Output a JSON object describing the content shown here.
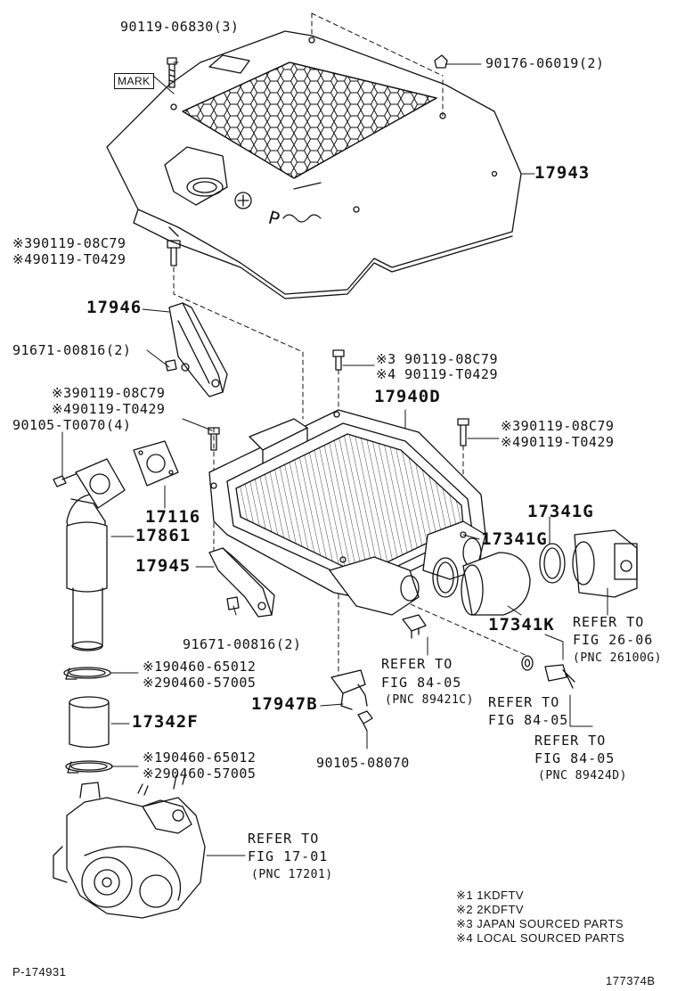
{
  "parts": {
    "bolt_cover": "90119-06830(3)",
    "mark": "MARK",
    "nut_cover": "90176-06019(2)",
    "cover": "17943",
    "bolt_left_a": "※390119-08C79",
    "bolt_left_b": "※490119-T0429",
    "bracket_upper": "17946",
    "bolt_bracket_upper": "91671-00816(2)",
    "bolt_center_a": "※3 90119-08C79",
    "bolt_center_b": "※4 90119-T0429",
    "intercooler": "17940D",
    "bolt_mid_a": "※390119-08C79",
    "bolt_mid_b": "※490119-T0429",
    "bolt_right_a": "※390119-08C79",
    "bolt_right_b": "※490119-T0429",
    "bolt_flange": "90105-T0070(4)",
    "gasket": "17116",
    "pipe": "17861",
    "clamp_right_top": "17341G",
    "clamp_right_mid": "17341G",
    "bracket_lower": "17945",
    "hose_right": "17341K",
    "bolt_bracket_lower": "91671-00816(2)",
    "clamp_upper_a": "※190460-65012",
    "clamp_upper_b": "※290460-57005",
    "sensor_bracket": "17947B",
    "hose_lower": "17342F",
    "bolt_sensor": "90105-08070",
    "clamp_lower_a": "※190460-65012",
    "clamp_lower_b": "※290460-57005"
  },
  "refs": {
    "throttle": {
      "l1": "REFER TO",
      "l2": "FIG 26-06",
      "l3": "(PNC 26100G)"
    },
    "sensor_a": {
      "l1": "REFER TO",
      "l2": "FIG 84-05",
      "l3": "(PNC 89421C)"
    },
    "sensor_b": {
      "l1": "REFER TO",
      "l2": "FIG 84-05"
    },
    "sensor_c": {
      "l1": "REFER TO",
      "l2": "FIG 84-05",
      "l3": "(PNC 89424D)"
    },
    "turbo": {
      "l1": "REFER TO",
      "l2": "FIG 17-01",
      "l3": "(PNC 17201)"
    }
  },
  "notes": [
    "※1 1KDFTV",
    "※2 2KDFTV",
    "※3 JAPAN SOURCED PARTS",
    "※4 LOCAL SOURCED PARTS"
  ],
  "footer": {
    "left": "P-174931",
    "right": "177374B"
  }
}
